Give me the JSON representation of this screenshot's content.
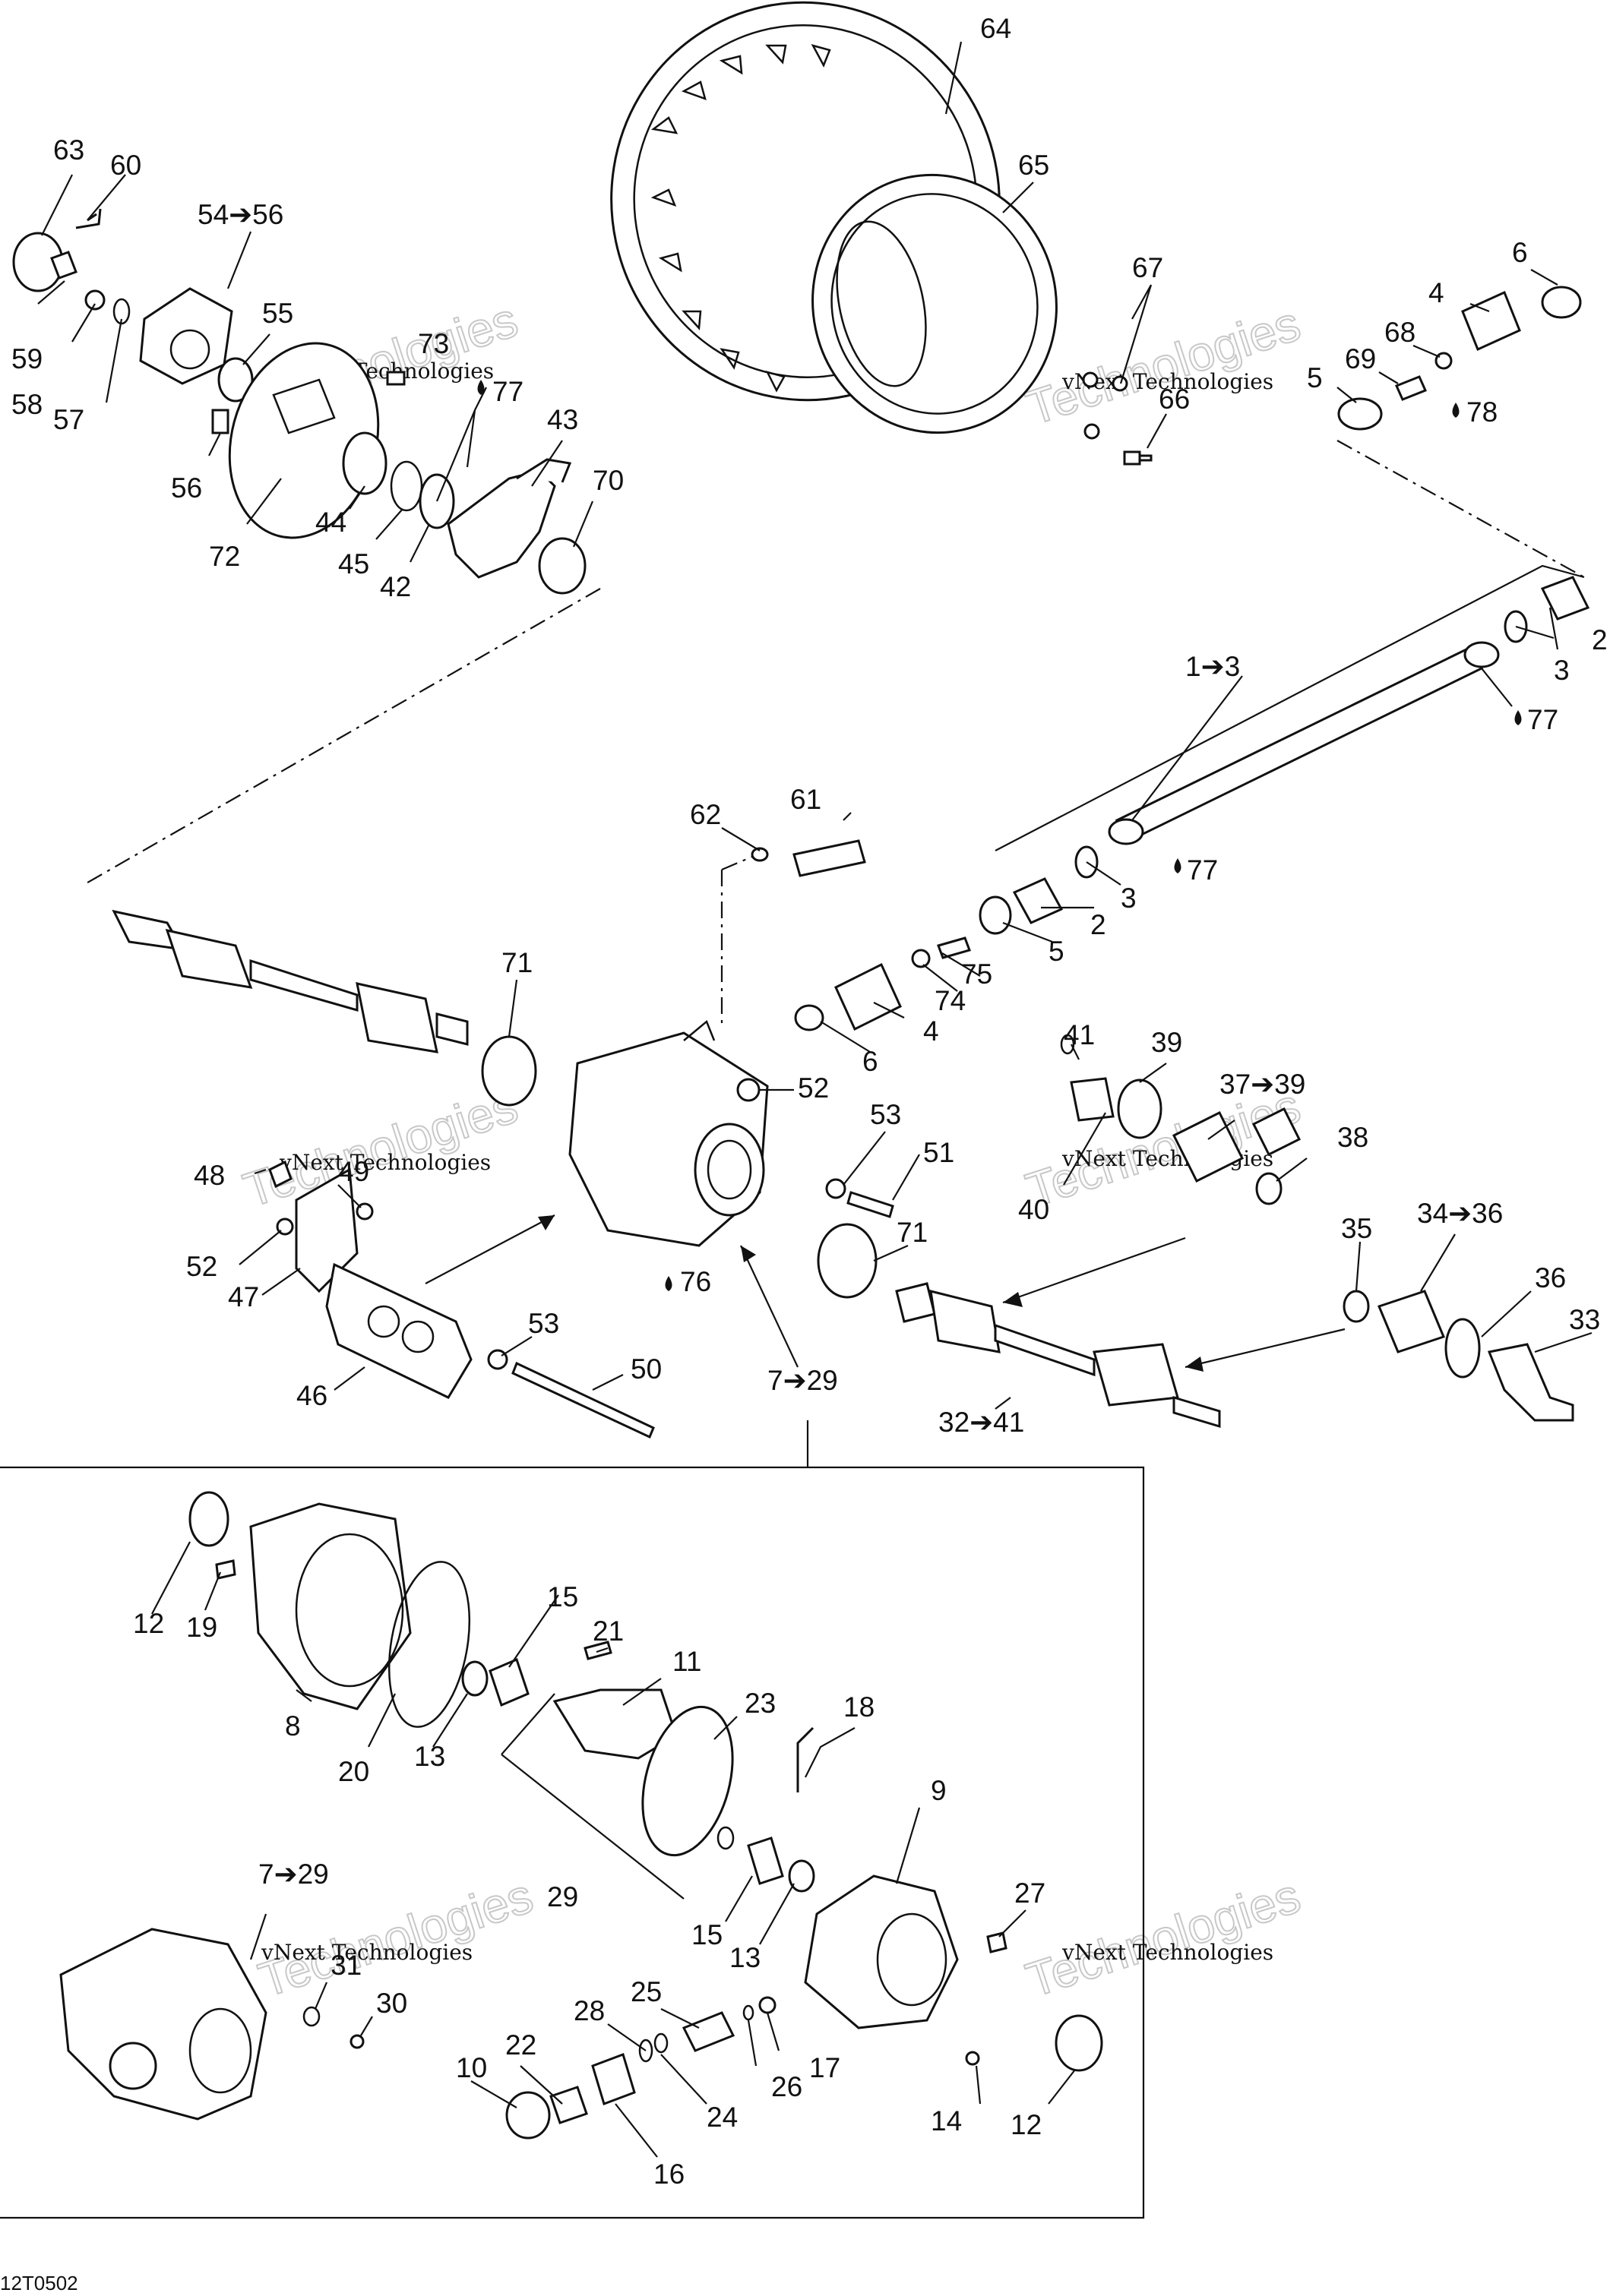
{
  "diagram_code": "12T0502",
  "watermark": {
    "line1": "vNext Technologies",
    "big_line1": "vNext",
    "big_line2": "Technologies"
  },
  "labels": {
    "l1_3": "1➔3",
    "l2": "2",
    "l3": "3",
    "l4": "4",
    "l5": "5",
    "l6": "6",
    "l7_29": "7➔29",
    "l8": "8",
    "l9": "9",
    "l10": "10",
    "l11": "11",
    "l12": "12",
    "l13": "13",
    "l14": "14",
    "l15": "15",
    "l16": "16",
    "l17": "17",
    "l18": "18",
    "l19": "19",
    "l20": "20",
    "l21": "21",
    "l22": "22",
    "l23": "23",
    "l24": "24",
    "l25": "25",
    "l26": "26",
    "l27": "27",
    "l28": "28",
    "l29": "29",
    "l30": "30",
    "l31": "31",
    "l32_41": "32➔41",
    "l33": "33",
    "l34_36": "34➔36",
    "l35": "35",
    "l36": "36",
    "l37_39": "37➔39",
    "l38": "38",
    "l39": "39",
    "l40": "40",
    "l41": "41",
    "l42": "42",
    "l43": "43",
    "l44": "44",
    "l45": "45",
    "l46": "46",
    "l47": "47",
    "l48": "48",
    "l49": "49",
    "l50": "50",
    "l51": "51",
    "l52": "52",
    "l53": "53",
    "l54_56": "54➔56",
    "l55": "55",
    "l56": "56",
    "l57": "57",
    "l58": "58",
    "l59": "59",
    "l60": "60",
    "l61": "61",
    "l62": "62",
    "l63": "63",
    "l64": "64",
    "l65": "65",
    "l66": "66",
    "l67": "67",
    "l68": "68",
    "l69": "69",
    "l70": "70",
    "l71": "71",
    "l72": "72",
    "l73": "73",
    "l74": "74",
    "l75": "75",
    "l76": "76",
    "l77": "77",
    "l78": "78"
  },
  "icons": {
    "lubricant": "oil-drop-icon",
    "range_arrow": "➔"
  }
}
